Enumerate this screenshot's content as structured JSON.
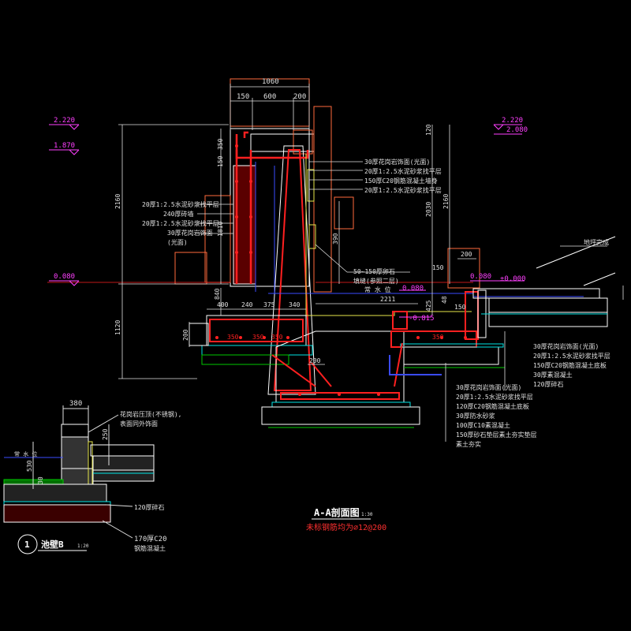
{
  "colors": {
    "background": "#000000",
    "outline": "#ffffff",
    "rebar": "#ff2020",
    "dimension": "#e0e0e0",
    "orange_detail": "#ff6a3d",
    "magenta_level": "#ff40ff",
    "water_blue": "#3a4bff",
    "cyan_layer": "#00e5e5",
    "green_fill": "#00c800",
    "yellow_layer": "#e6e64a",
    "title_white": "#ffffff",
    "subtitle_red": "#ff3030"
  },
  "main_section": {
    "title": "A-A剖面图",
    "scale": "1:30",
    "note": "未标钢筋均为⌀12@200",
    "top_dims": [
      "1060",
      "150",
      "600",
      "200"
    ],
    "left_vertical_dims": [
      "350",
      "150",
      "1810"
    ],
    "far_left_vertical_dims": [
      "2160",
      "1120"
    ],
    "right_vertical_dims": [
      "120",
      "2030",
      "2160",
      "390",
      "425",
      "48"
    ],
    "bottom_dims": [
      "840",
      "400",
      "240",
      "375",
      "340",
      "200",
      "350",
      "350",
      "350",
      "350",
      "200",
      "150"
    ],
    "horizontal_dims": [
      "2211",
      "150",
      "200"
    ],
    "levels_left": [
      "2.220",
      "1.870",
      "0.080"
    ],
    "levels_right": [
      "2.220",
      "2.080",
      "0.080",
      "±0.000",
      "-0.815",
      "0.080"
    ],
    "water_label": "常 水 位",
    "left_annotations": [
      "20厚1:2.5水泥砂浆找平层",
      "240厚砖墙",
      "20厚1:2.5水泥砂浆找平层",
      "30厚花岗岩饰面",
      "(光面)"
    ],
    "top_right_annotations": [
      "30厚花岗岩饰面(光面)",
      "20厚1:2.5水泥砂浆找平层",
      "150厚C20钢筋混凝土墙身",
      "20厚1:2.5水泥砂浆找平层"
    ],
    "mid_annotation": [
      "50~150厚卵石",
      "填缝(参照二层)"
    ],
    "right_annotations": [
      "30厚花岗岩饰面(光面)",
      "20厚1:2.5水泥砂浆找平层",
      "150厚C20钢筋混凝土底板",
      "30厚素混凝土",
      "120厚碎石"
    ],
    "bottom_annotations": [
      "30厚花岗岩饰面(光面)",
      "20厚1:2.5水泥砂浆找平层",
      "120厚C20钢筋混凝土底板",
      "30厚防水砂浆",
      "100厚C10素混凝土",
      "150厚砂石垫层素土夯实垫层",
      "素土夯实"
    ],
    "far_right_label": "地坪完成"
  },
  "detail_b": {
    "number": "1",
    "title": "池壁B",
    "scale": "1:20",
    "width_dim": "380",
    "vertical_dims": [
      "250",
      "530",
      "30"
    ],
    "water_label": "常 水 位",
    "annotations": [
      "花岗岩压顶(不锈钢),",
      "表面同外饰面",
      "120厚碎石",
      "170厚C20",
      "钢筋混凝土"
    ]
  }
}
